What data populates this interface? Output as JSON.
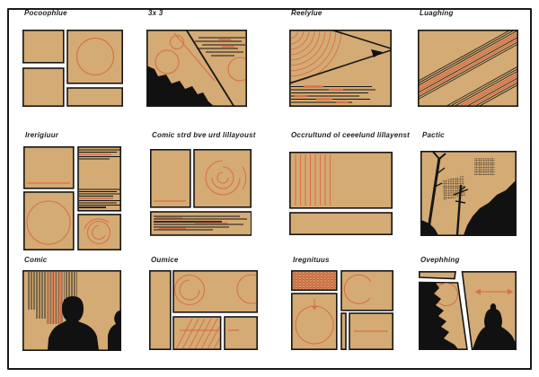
{
  "page": {
    "background": "#ffffff",
    "frame_color": "#1a1a1a"
  },
  "colors": {
    "panel_tan": "#d4ab74",
    "accent_orange": "#d97048",
    "ink_black": "#161616",
    "label_text": "#1f1f1f"
  },
  "grid": {
    "columns": 4,
    "rows": 3,
    "items": [
      {
        "label": "Pocoophlue",
        "icon": "four-panel-layout-thumbnail"
      },
      {
        "label": "3x 3",
        "icon": "mountain-scene-thumbnail"
      },
      {
        "label": "Reelylue",
        "icon": "arcs-arrow-thumbnail"
      },
      {
        "label": "Luaghing",
        "icon": "diagonal-stripes-thumbnail"
      },
      {
        "label": "Irerigiuur",
        "icon": "four-panel-circles-thumbnail"
      },
      {
        "label": "Comic strd bve urd lillayoust",
        "icon": "three-panel-swirl-thumbnail"
      },
      {
        "label": "Occrultund ol ceeelund lillayenst",
        "icon": "two-panel-stripes-thumbnail"
      },
      {
        "label": "Pactic",
        "icon": "poles-hill-scene-thumbnail"
      },
      {
        "label": "Comic",
        "icon": "silhouette-curtain-thumbnail"
      },
      {
        "label": "Oumice",
        "icon": "four-panel-hatch-thumbnail"
      },
      {
        "label": "Iregnituus",
        "icon": "five-panel-circle-thumbnail"
      },
      {
        "label": "Ovephhing",
        "icon": "diagonal-split-silhouettes-thumbnail"
      }
    ]
  }
}
